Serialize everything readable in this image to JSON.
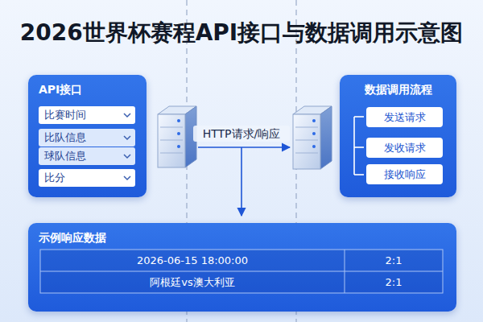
{
  "diagram": {
    "title": "2026世界杯赛程API接口与数据调用示意图",
    "nodes": [
      {
        "text": [
          "API接口"
        ]
      },
      {
        "text": [
          "比赛时间"
        ],
        "in": 0
      },
      {
        "text": [
          "比队信息"
        ],
        "in": 0
      },
      {
        "text": [
          "球队信息"
        ],
        "in": 0
      },
      {
        "text": [
          "比分"
        ],
        "in": 0
      },
      {
        "text": [
          "数据调用流程"
        ]
      },
      {
        "text": [
          "发送请求"
        ],
        "in": 5
      },
      {
        "text": [
          "发收请求"
        ],
        "in": 5
      },
      {
        "text": [
          "接收响应"
        ],
        "in": 5
      },
      {
        "text": [
          "示例响应数据"
        ]
      }
    ],
    "labels": [
      "HTTP请求/响应",
      "2026-06-15 18:00:00",
      "2:1",
      "阿根廷vs澳大利亚",
      "2:1"
    ]
  }
}
